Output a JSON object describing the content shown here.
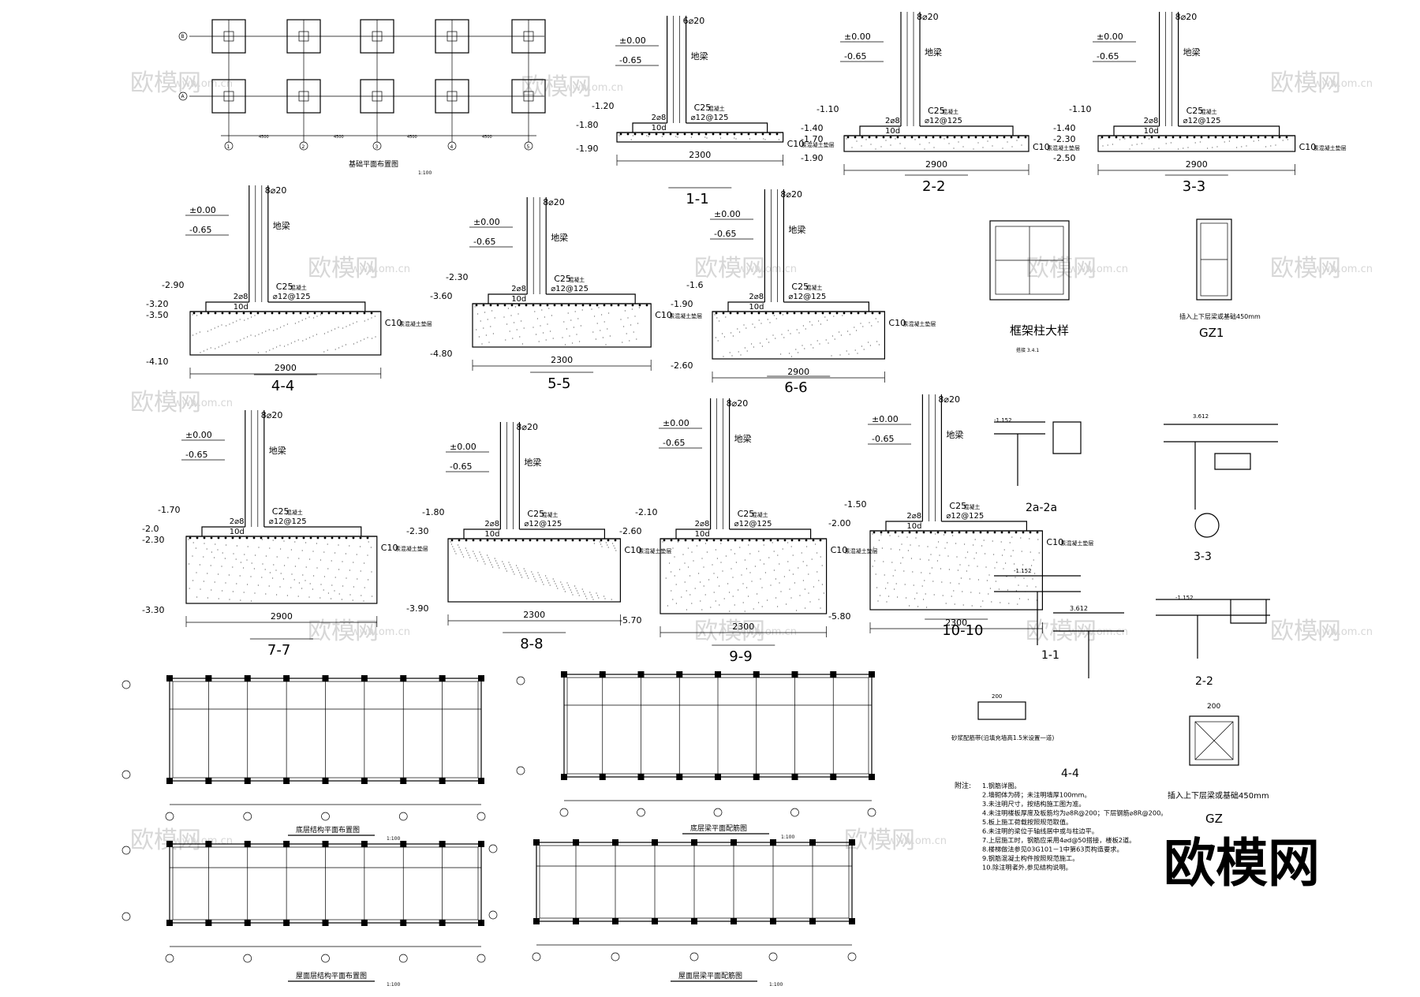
{
  "watermark": {
    "brand": "欧模网",
    "site": "www.om.cn",
    "logo": "欧模网"
  },
  "foundation_plan": {
    "title": "基础平面布置图",
    "scale": "1:100",
    "grid_cols": [
      "1",
      "2",
      "3",
      "4",
      "5"
    ],
    "grid_rows": [
      "A",
      "B"
    ],
    "spacing": "4500"
  },
  "sections": [
    {
      "id": "s1",
      "label": "1-1",
      "top": "±0.00",
      "level2": "-0.65",
      "step": "-1.20",
      "base": "-1.80",
      "bottom": "-1.90",
      "width": "2300",
      "rebar": "6⌀20"
    },
    {
      "id": "s2",
      "label": "2-2",
      "top": "±0.00",
      "level2": "-0.65",
      "step": "-1.10",
      "base": "-1.40",
      "base2": "-1.70",
      "bottom": "-1.90",
      "width": "2900",
      "rebar": "8⌀20"
    },
    {
      "id": "s3",
      "label": "3-3",
      "top": "±0.00",
      "level2": "-0.65",
      "step": "-1.10",
      "base": "-1.40",
      "base2": "-2.30",
      "bottom": "-2.50",
      "width": "2900",
      "rebar": "8⌀20"
    },
    {
      "id": "s4",
      "label": "4-4",
      "top": "±0.00",
      "level2": "-0.65",
      "step": "-2.90",
      "base": "-3.20",
      "base2": "-3.50",
      "bottom": "-4.10",
      "width": "2900",
      "rebar": "8⌀20"
    },
    {
      "id": "s5",
      "label": "5-5",
      "top": "±0.00",
      "level2": "-0.65",
      "step": "-2.30",
      "base": "-3.60",
      "bottom": "-4.80",
      "width": "2300",
      "rebar": "8⌀20"
    },
    {
      "id": "s6",
      "label": "6-6",
      "top": "±0.00",
      "level2": "-0.65",
      "step": "-1.6",
      "base": "-1.90",
      "bottom": "-2.60",
      "width": "2900",
      "rebar": "8⌀20"
    },
    {
      "id": "s7",
      "label": "7-7",
      "top": "±0.00",
      "level2": "-0.65",
      "step": "-1.70",
      "base": "-2.0",
      "base2": "-2.30",
      "bottom": "-3.30",
      "width": "2900",
      "rebar": "8⌀20"
    },
    {
      "id": "s8",
      "label": "8-8",
      "top": "±0.00",
      "level2": "-0.65",
      "step": "-1.80",
      "base": "-2.30",
      "bottom": "-3.90",
      "width": "2300",
      "rebar": "8⌀20"
    },
    {
      "id": "s9",
      "label": "9-9",
      "top": "±0.00",
      "level2": "-0.65",
      "step": "-2.10",
      "base": "-2.60",
      "bottom": "-5.70",
      "width": "2300",
      "rebar": "8⌀20"
    },
    {
      "id": "s10",
      "label": "10-10",
      "top": "±0.00",
      "level2": "-0.65",
      "step": "-1.50",
      "base": "-2.00",
      "bottom": "-5.80",
      "width": "2300",
      "rebar": "8⌀20"
    }
  ],
  "section_labels": {
    "ground_beam": "地梁",
    "concrete": "C25混凝土",
    "spacing": "⌀12@125",
    "stirrup": "2⌀8",
    "anchor": "10d",
    "cushion": "C10素混凝土垫层"
  },
  "column_details": {
    "frame_title": "框架柱大样",
    "frame_scale": "搭接 3.4.1",
    "gz1_title": "GZ1",
    "gz1_note": "插入上下层梁或基础450mm",
    "gz_title": "GZ",
    "gz_note": "插入上下层梁或基础450mm",
    "gz_size": "200"
  },
  "small_details": {
    "d2a": "2a-2a",
    "d33": "3-3",
    "d11": "1-1",
    "d22": "2-2",
    "d44": "4-4",
    "elev": "-1.152",
    "elev2": "3.612",
    "mortar_title": "砂浆配筋带(沿填充墙高1.5米设置一道)",
    "mortar_w": "200"
  },
  "notes": {
    "heading": "附注:",
    "items": [
      "1.钢筋详图。",
      "2.墙砌体为砖；未注明墙厚100mm。",
      "3.未注明尺寸，按结构施工图为准。",
      "4.未注明楼板厚度及板筋均为⌀8R@200；下层钢筋⌀8R@200。",
      "5.板上施工荷载按照规范取值。",
      "6.未注明的梁位于轴线居中或与柱边平。",
      "7.上层施工时，钢筋应采用4⌀d@50搭接，楼板2道。",
      "8.楼梯做法参见03G101－1中第63页构造要求。",
      "9.钢筋混凝土构件按照规范施工。",
      "10.除注明者外,参见结构说明。"
    ]
  },
  "plans": [
    {
      "id": "p1",
      "title": "底层结构平面布置图",
      "scale": "1:100"
    },
    {
      "id": "p2",
      "title": "底层梁平面配筋图",
      "scale": "1:100"
    },
    {
      "id": "p3",
      "title": "屋面层结构平面布置图",
      "scale": "1:100"
    },
    {
      "id": "p4",
      "title": "屋面层梁平面配筋图",
      "scale": "1:100"
    }
  ]
}
